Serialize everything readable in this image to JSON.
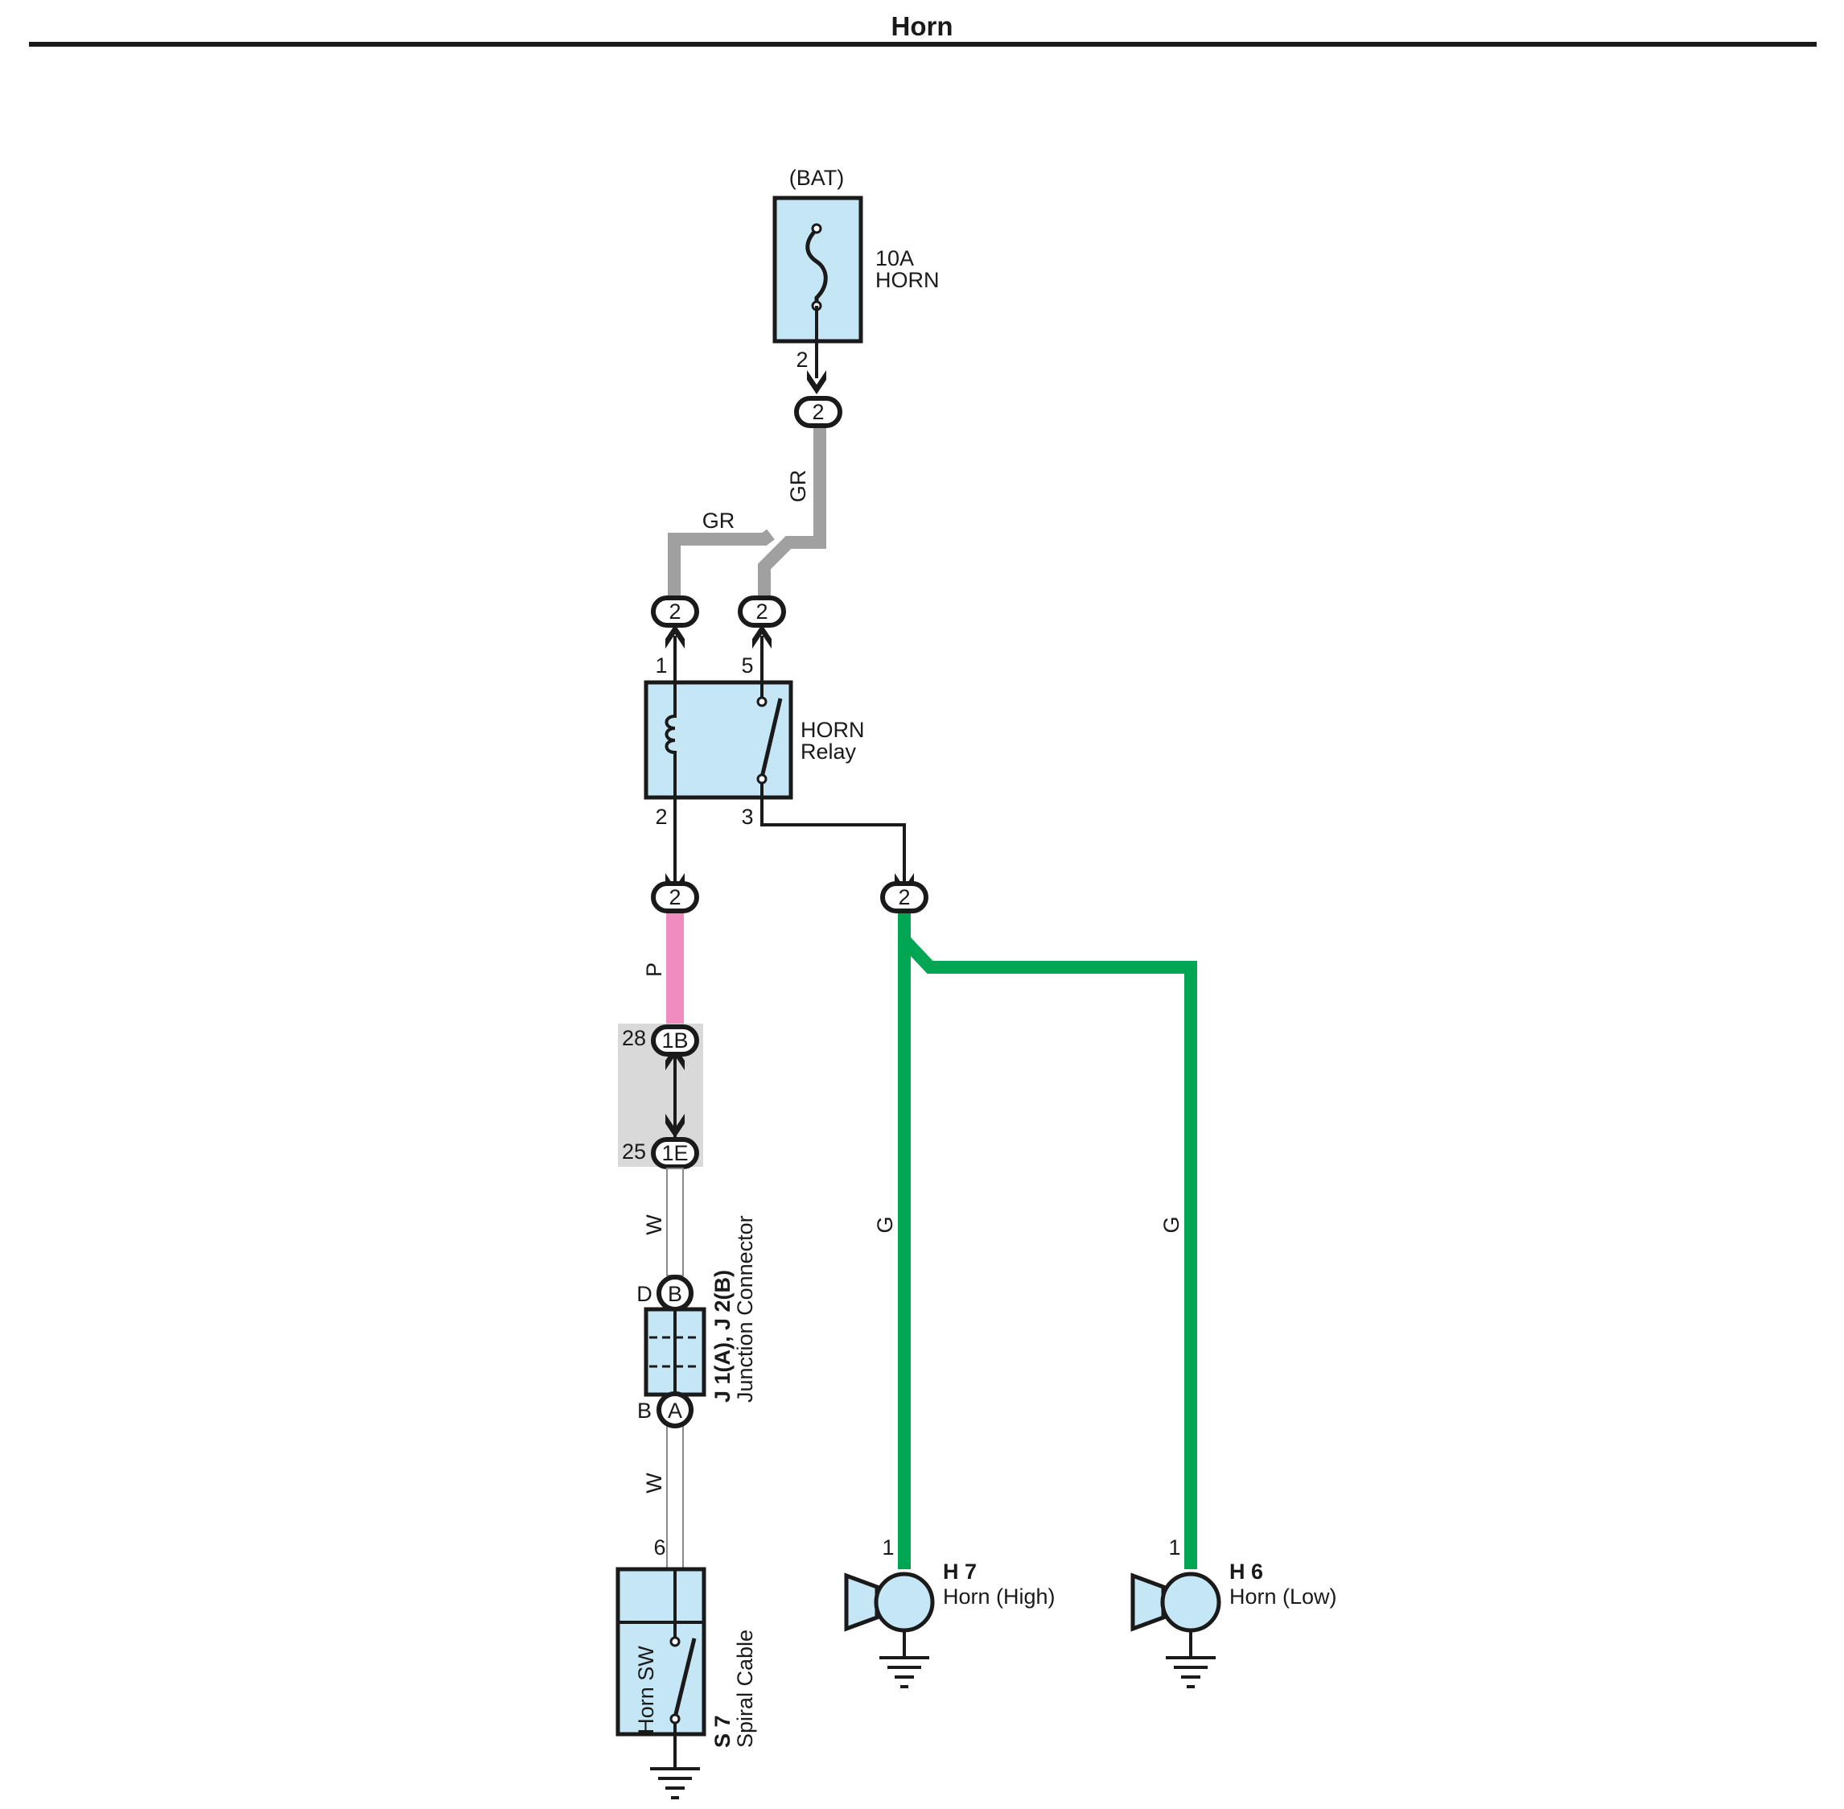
{
  "title": "Horn",
  "colors": {
    "component_fill": "#c5e6f5",
    "wire_GR": "#a0a0a0",
    "wire_P": "#f08cbf",
    "wire_G": "#00a651",
    "wire_W": "#ffffff",
    "junction_block": "#d9d9d9"
  },
  "fuse": {
    "source": "(BAT)",
    "rating": "10A",
    "name": "HORN",
    "pin": "2"
  },
  "connectors": {
    "c_fuse_out": "2",
    "c_relay_1": "2",
    "c_relay_5": "2",
    "c_relay_2": "2",
    "c_relay_3": "2",
    "c_1b": "1B",
    "c_1e": "1E",
    "c_jB": "B",
    "c_jA": "A"
  },
  "relay": {
    "name": "HORN",
    "subname": "Relay",
    "pin1": "1",
    "pin5": "5",
    "pin2": "2",
    "pin3": "3"
  },
  "junction_block": {
    "pin_1b": "28",
    "pin_1e": "25"
  },
  "junction_connector": {
    "name": "J 1(A), J 2(B)",
    "subname": "Junction Connector",
    "pin_top": "D",
    "pin_bottom": "B"
  },
  "spiral_cable": {
    "code": "S 7",
    "name": "Spiral Cable",
    "switch_label": "Horn SW",
    "pin": "6"
  },
  "horn_high": {
    "code": "H 7",
    "name": "Horn (High)",
    "pin": "1"
  },
  "horn_low": {
    "code": "H 6",
    "name": "Horn (Low)",
    "pin": "1"
  },
  "wire_labels": {
    "gr_vertical": "GR",
    "gr_horizontal": "GR",
    "p": "P",
    "w_upper": "W",
    "w_lower": "W",
    "g_high": "G",
    "g_low": "G"
  }
}
